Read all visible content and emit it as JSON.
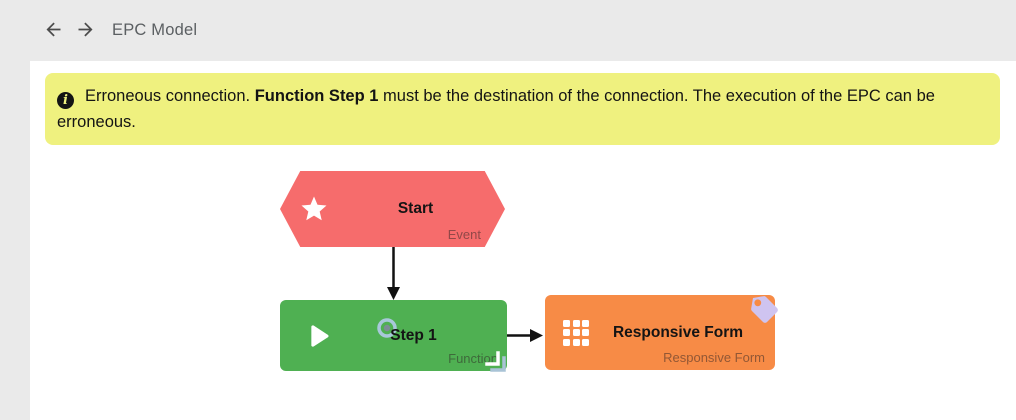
{
  "header": {
    "title": "EPC Model"
  },
  "banner": {
    "background": "#eff17f",
    "icon": "info",
    "info_glyph": "i",
    "text_prefix": "Erroneous connection. ",
    "text_bold": "Function Step 1",
    "text_suffix": " must be the destination of the connection. The execution of the EPC can be erroneous."
  },
  "diagram": {
    "nodes": [
      {
        "id": "start",
        "label": "Start",
        "type_label": "Event",
        "color": "#f66c6c",
        "icon": "star",
        "shape": "hexagon"
      },
      {
        "id": "step-1",
        "label": "Step 1",
        "type_label": "Function",
        "color": "#4fb052",
        "icon": "play",
        "shape": "rounded-rect"
      },
      {
        "id": "responsive-form",
        "label": "Responsive Form",
        "type_label": "Responsive Form",
        "color": "#f78b46",
        "icon": "grid",
        "shape": "rounded-rect",
        "badge": "tag"
      }
    ],
    "connections": [
      {
        "from": "start",
        "to": "step-1",
        "direction": "down"
      },
      {
        "from": "step-1",
        "to": "responsive-form",
        "direction": "right"
      }
    ],
    "colors": {
      "arrow": "#111111",
      "tag_badge": "#cfc4f0"
    }
  }
}
